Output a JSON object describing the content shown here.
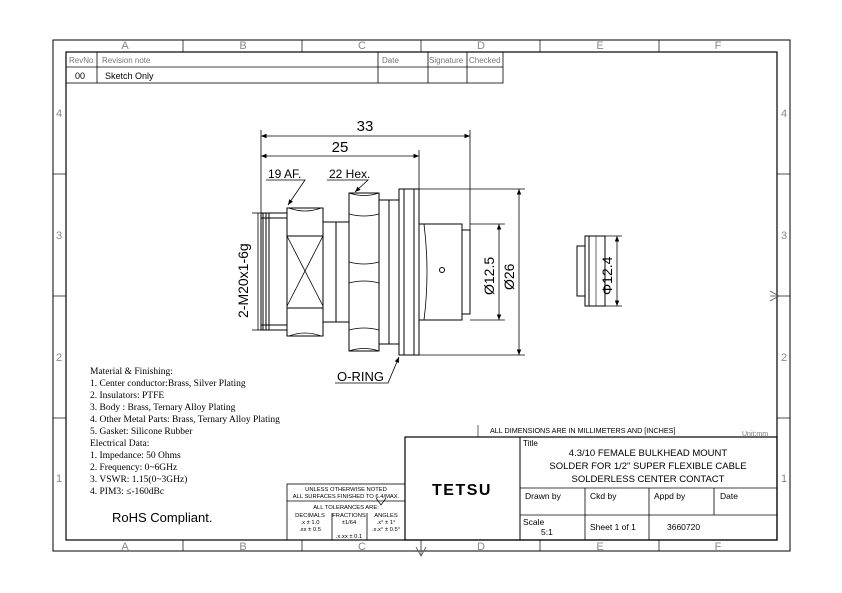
{
  "border": {
    "columns": [
      "A",
      "B",
      "C",
      "D",
      "E",
      "F"
    ],
    "rows": [
      "4",
      "3",
      "2",
      "1"
    ]
  },
  "revision_table": {
    "headers": {
      "revno": "RevNo",
      "note": "Revision note",
      "date": "Date",
      "signature": "Signature",
      "checked": "Checked"
    },
    "row": {
      "revno": "00",
      "note": "Sketch Only",
      "date": "",
      "signature": "",
      "checked": ""
    }
  },
  "dimensions": {
    "overall_length": "33",
    "body_length": "25",
    "hex1": "19 AF.",
    "hex2": "22 Hex.",
    "thread": "2-M20x1-6g",
    "dia_inner": "Ø12.5",
    "dia_flange": "Ø26",
    "dia_contact": "Φ12.4",
    "oring": "O-RING"
  },
  "notes": {
    "lines": [
      "Material & Finishing:",
      "1. Center conductor:Brass, Silver Plating",
      "2. Insulators: PTFE",
      "3. Body : Brass, Ternary Alloy Plating",
      "4. Other Metal Parts: Brass, Ternary Alloy Plating",
      "5. Gasket: Silicone Rubber",
      "Electrical Data:",
      "1. Impedance: 50 Ohms",
      "2. Frequency: 0~6GHz",
      "3. VSWR:     1.15(0~3GHz)",
      "4. PIM3:     ≤-160dBc"
    ],
    "rohs": "RoHS Compliant."
  },
  "tolerance_box": {
    "line1": "UNLESS OTHERWISE NOTED",
    "line2": "ALL SURFACES FINISHED TO 6.4/MAX.",
    "line3": "ALL TOLERANCES ARE:",
    "col_decimals": "DECIMALS",
    "col_fractions": "FRACTIONS",
    "col_angles": "ANGLES",
    "dec1": ".x ± 1.0",
    "dec2": ".xx ± 0.5",
    "dec3": ".x.xx ± 0.1",
    "frac1": "±1/64",
    "ang1": ".x° ± 1°",
    "ang2": ".x.x° ± 0.5°"
  },
  "title_block": {
    "units_note": "ALL DIMENSIONS ARE IN MILLIMETERS AND [INCHES]",
    "unit": "Unit:mm",
    "title_label": "Title",
    "title_lines": [
      "4.3/10 FEMALE BULKHEAD MOUNT",
      "SOLDER FOR 1/2\" SUPER FLEXIBLE CABLE",
      "SOLDERLESS CENTER CONTACT"
    ],
    "company": "TETSU",
    "drawn_by": "Drawn by",
    "ckd_by": "Ckd by",
    "appd_by": "Appd by",
    "date": "Date",
    "scale_label": "Scale",
    "scale_value": "5:1",
    "sheet": "Sheet 1 of 1",
    "part_no": "3660720"
  }
}
